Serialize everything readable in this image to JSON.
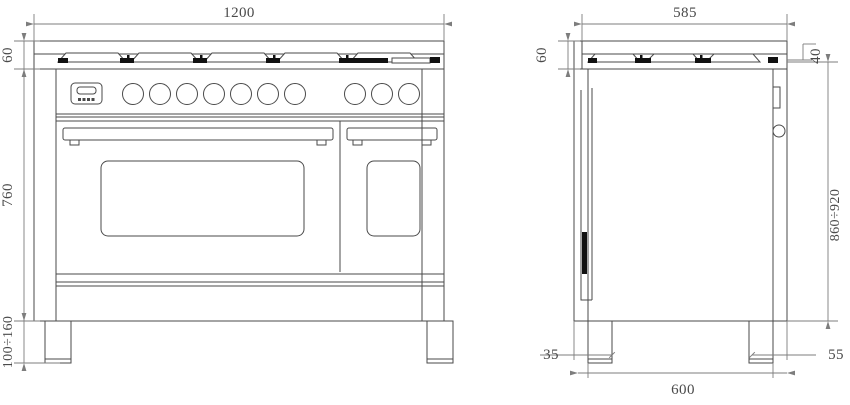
{
  "drawing": {
    "type": "technical-dimension-drawing",
    "subject": "professional range cooker",
    "units": "mm",
    "views": [
      {
        "name": "front-elevation",
        "label": ""
      },
      {
        "name": "side-elevation",
        "label": ""
      }
    ]
  },
  "front_view": {
    "dimensions": {
      "overall_width": "1200",
      "cooktop_height": "60",
      "body_height": "760",
      "leg_height_range": "100÷160"
    },
    "features": {
      "burner_count": 6,
      "knob_group_left_count": 7,
      "knob_group_right_count": 3,
      "control_display": "digital-timer-display",
      "oven_doors": 2,
      "main_oven_door": "large-oven-door",
      "secondary_oven_door": "small-oven-door"
    }
  },
  "side_view": {
    "dimensions": {
      "overall_depth": "585",
      "cooktop_height": "60",
      "rear_trim_depth": "40",
      "body_height_range": "860÷920",
      "leg_inset_front": "35",
      "leg_inset_rear": "55",
      "leg_span": "600"
    },
    "features": {
      "burner_count": 3,
      "door_handle": "side-door-handle",
      "latch": "door-latch-hook"
    }
  },
  "colors": {
    "line": "#4a4a4a",
    "dim_line": "#7d7d7d",
    "fill": "#ffffff",
    "burner_dark": "#111111",
    "text": "#4a4a4a"
  }
}
